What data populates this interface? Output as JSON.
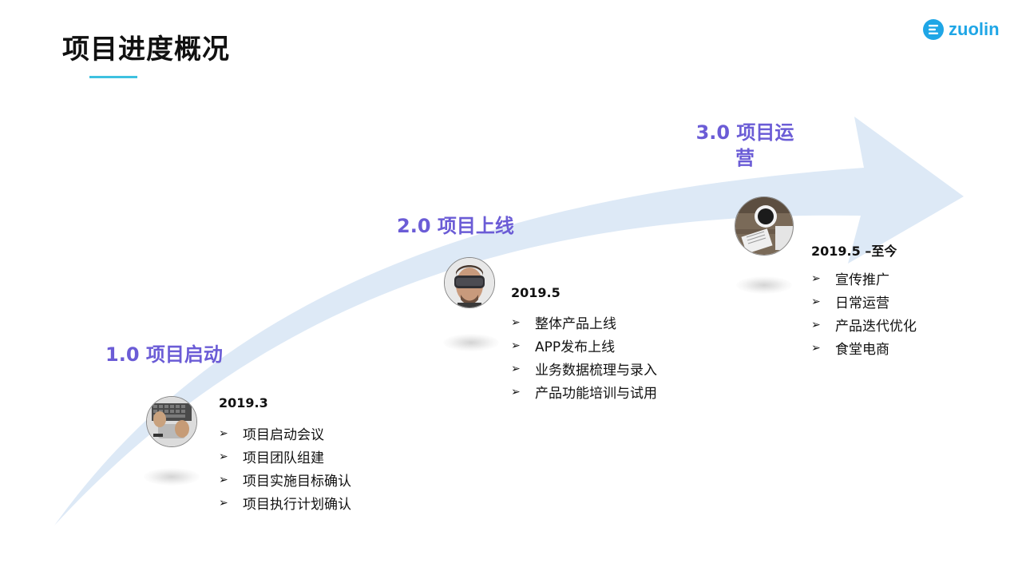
{
  "header": {
    "title": "项目进度概况"
  },
  "brand": {
    "name": "zuolin",
    "color": "#1fa6e6"
  },
  "colors": {
    "accent_line": "#3ec1e0",
    "stage_title": "#6b5cd6",
    "arrow_fill": "#dde9f6"
  },
  "stages": [
    {
      "title": "1.0 项目启动",
      "date": "2019.3",
      "photo": "laptop-typing-photo",
      "tasks": [
        "项目启动会议",
        "项目团队组建",
        "项目实施目标确认",
        "项目执行计划确认"
      ]
    },
    {
      "title": "2.0 项目上线",
      "date": "2019.5",
      "photo": "vr-headset-photo",
      "tasks": [
        "整体产品上线",
        "APP发布上线",
        "业务数据梳理与录入",
        "产品功能培训与试用"
      ]
    },
    {
      "title": "3.0 项目运\n营",
      "date": "2019.5 –至今",
      "photo": "coffee-desk-photo",
      "tasks": [
        "宣传推广",
        "日常运营",
        "产品迭代优化",
        "食堂电商"
      ]
    }
  ],
  "list_marker": "➢"
}
